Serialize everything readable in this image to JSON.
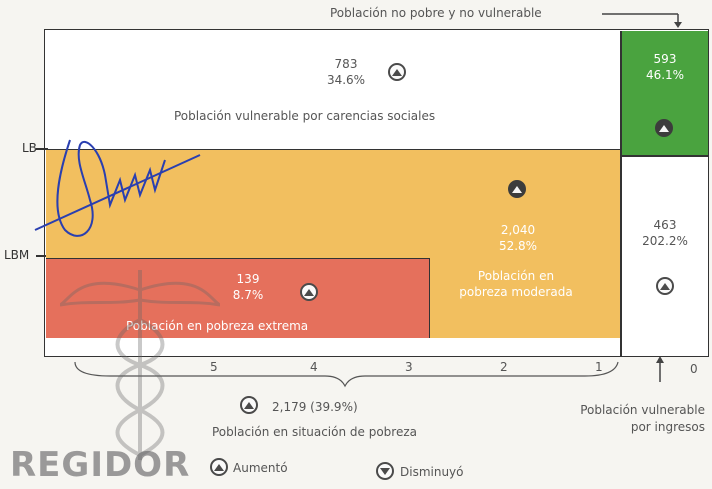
{
  "labels": {
    "top_label": "Población no pobre y no vulnerable",
    "lb": "LB",
    "lbm": "LBM",
    "regidor": "REGIDOR"
  },
  "blocks": {
    "vulnerable_social": {
      "value": "783",
      "pct": "34.6%",
      "label": "Población vulnerable por carencias sociales",
      "trend": "up"
    },
    "no_pobre": {
      "value": "593",
      "pct": "46.1%",
      "trend": "up",
      "color": "#4aa33f"
    },
    "pobreza_moderada": {
      "value": "2,040",
      "pct": "52.8%",
      "label_line1": "Población en",
      "label_line2": "pobreza moderada",
      "trend": "up",
      "color": "#f2bf5f"
    },
    "vulnerable_ingresos": {
      "value": "463",
      "pct": "202.2%",
      "trend": "up"
    },
    "pobreza_extrema": {
      "value": "139",
      "pct": "8.7%",
      "label": "Población en pobreza extrema",
      "trend": "up",
      "color": "#e5705c"
    }
  },
  "axis": {
    "ticks": [
      "5",
      "4",
      "3",
      "2",
      "1",
      "0"
    ]
  },
  "bottom": {
    "total": "2,179 (39.9%)",
    "total_label": "Población en situación de pobreza",
    "vuln_ingresos_line1": "Población vulnerable",
    "vuln_ingresos_line2": "por ingresos"
  },
  "legend": {
    "up_label": "Aumentó",
    "down_label": "Disminuyó"
  }
}
